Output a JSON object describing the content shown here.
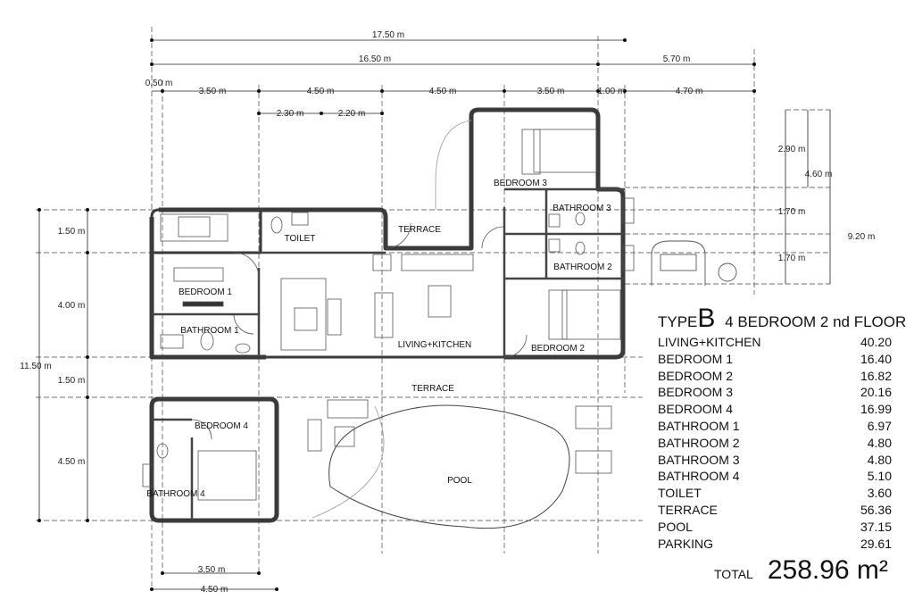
{
  "dimensions": {
    "top": [
      "17.50 m",
      "16.50 m",
      "5.70 m"
    ],
    "grid": [
      "0.50 m",
      "3.50 m",
      "4.50 m",
      "4.50 m",
      "3.50 m",
      "1.00 m",
      "4.70 m"
    ],
    "sub": [
      "2.30 m",
      "2.20 m"
    ],
    "left": [
      "11.50 m",
      "1.50 m",
      "4.00 m",
      "1.50 m",
      "4.50 m"
    ],
    "right": [
      "2.90 m",
      "4.60 m",
      "1.70 m",
      "1.70 m",
      "9.20 m"
    ],
    "bottom": [
      "3.50 m",
      "4.50 m"
    ]
  },
  "rooms": {
    "bedroom1": "BEDROOM 1",
    "bathroom1": "BATHROOM 1",
    "toilet": "TOILET",
    "terrace_top": "TERRACE",
    "living": "LIVING+KITCHEN",
    "bedroom3": "BEDROOM 3",
    "bathroom3": "BATHROOM 3",
    "bathroom2": "BATHROOM 2",
    "bedroom2": "BEDROOM 2",
    "terrace": "TERRACE",
    "bedroom4": "BEDROOM 4",
    "bathroom4": "BATHROOM 4",
    "pool": "POOL"
  },
  "legend": {
    "type_prefix": "TYPE",
    "type_letter": "B",
    "subtitle": "4 BEDROOM  2 nd FLOOR",
    "areas": [
      {
        "name": "LIVING+KITCHEN",
        "value": "40.20"
      },
      {
        "name": "BEDROOM 1",
        "value": "16.40"
      },
      {
        "name": "BEDROOM 2",
        "value": "16.82"
      },
      {
        "name": "BEDROOM 3",
        "value": "20.16"
      },
      {
        "name": "BEDROOM 4",
        "value": "16.99"
      },
      {
        "name": "BATHROOM 1",
        "value": "6.97"
      },
      {
        "name": "BATHROOM 2",
        "value": "4.80"
      },
      {
        "name": "BATHROOM 3",
        "value": "4.80"
      },
      {
        "name": "BATHROOM 4",
        "value": "5.10"
      },
      {
        "name": "TOILET",
        "value": "3.60"
      },
      {
        "name": "TERRACE",
        "value": "56.36"
      },
      {
        "name": "POOL",
        "value": "37.15"
      },
      {
        "name": "PARKING",
        "value": "29.61"
      }
    ],
    "total_label": "TOTAL",
    "total_value": "258.96  m²"
  }
}
